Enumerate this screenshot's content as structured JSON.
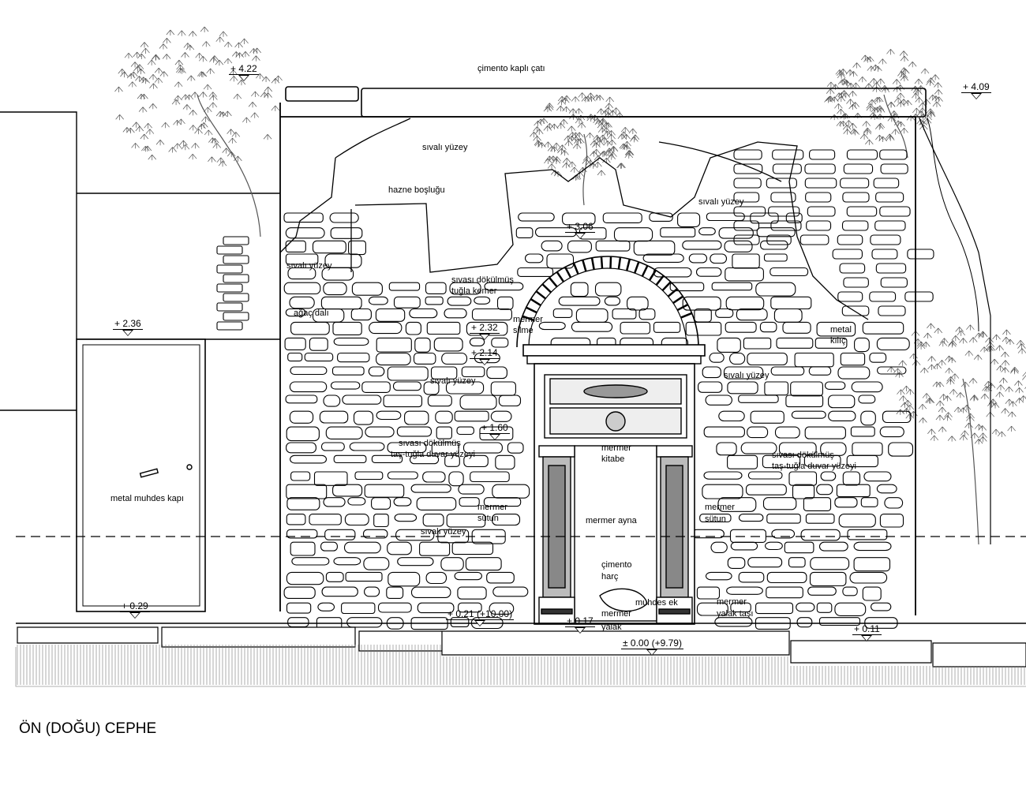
{
  "drawing_title": "ÖN (DOĞU) CEPHE",
  "levels": {
    "l422": "+ 4.22",
    "l409": "+ 4.09",
    "l306": "+ 3.06",
    "l236": "+ 2.36",
    "l232": "+ 2.32",
    "l214": "+ 2.14",
    "l160": "+ 1.60",
    "l029": "+ 0.29",
    "l021": "+ 0.21 (+10.00)",
    "l017": "+ 0.17",
    "l011": "+ 0.11",
    "l000": "± 0.00 (+9.79)"
  },
  "labels": {
    "roof": "çimento kaplı çatı",
    "plaster_top": "sıvalı yüzey",
    "hazne": "hazne boşluğu",
    "plaster_right_top": "sıvalı yüzey",
    "plaster_left": "sıvalı yüzey",
    "arch_1": "sıvası dökülmüş",
    "arch_2": "tuğla kemer",
    "branch": "ağaç dalı",
    "silme_1": "mermer",
    "silme_2": "silme",
    "sword_1": "metal",
    "sword_2": "kılıç",
    "plaster_mid": "sıvalı yüzey",
    "plaster_right_mid": "sıvalı yüzey",
    "wall_left_1": "sıvası dökülmüş",
    "wall_left_2": "taş-tuğla duvar yüzeyi",
    "kitabe_1": "mermer",
    "kitabe_2": "kitabe",
    "wall_right_1": "sıvası dökülmüş",
    "wall_right_2": "taş-tuğla duvar yüzeyi",
    "door": "metal muhdes kapı",
    "column_left_1": "mermer",
    "column_left_2": "sütun",
    "ayna": "mermer ayna",
    "column_right_1": "mermer",
    "column_right_2": "sütun",
    "plaster_low": "sıvalı yüzey",
    "mortar_1": "çimento",
    "mortar_2": "harç",
    "addition": "muhdes ek",
    "trough_stone_1": "mermer",
    "trough_stone_2": "yalak taşı",
    "trough_1": "mermer",
    "trough_2": "yalak"
  }
}
